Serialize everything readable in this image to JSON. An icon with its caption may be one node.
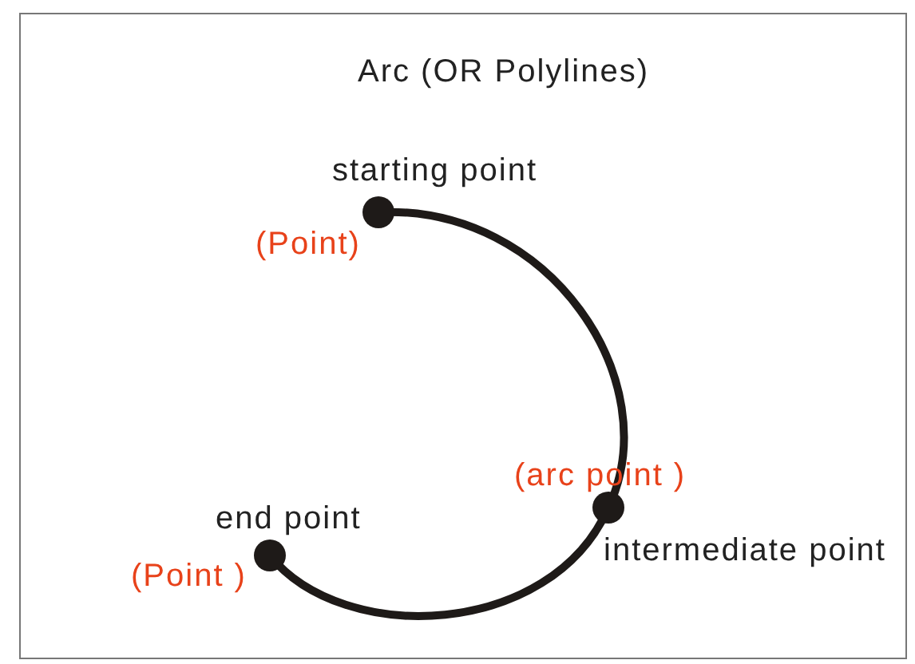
{
  "diagram": {
    "title": "Arc (OR Polylines)",
    "nodes": [
      {
        "text": [],
        "shape": "circle",
        "beside": [
          "starting point",
          "(Point)"
        ]
      },
      {
        "text": [],
        "shape": "circle",
        "beside": [
          "(arc point )",
          "intermediate point"
        ]
      },
      {
        "text": [],
        "shape": "circle",
        "beside": [
          "end point",
          "(Point )"
        ]
      }
    ],
    "edges": [
      {
        "from": 0,
        "to": 1,
        "arrow": "none"
      },
      {
        "from": 1,
        "to": 2,
        "arrow": "none"
      }
    ]
  }
}
